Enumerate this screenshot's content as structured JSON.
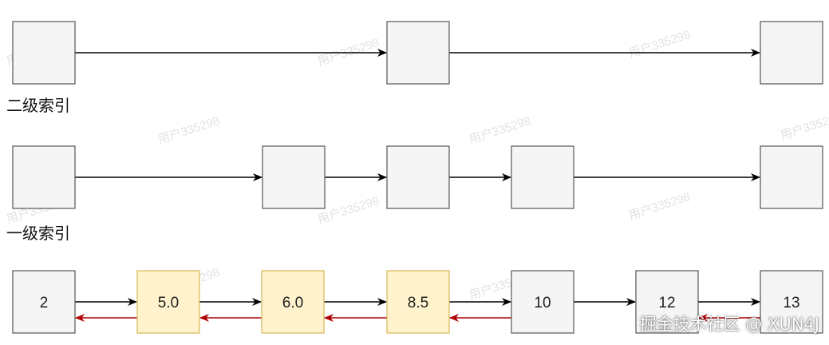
{
  "labels": {
    "level2": "二级索引",
    "level1": "一级索引"
  },
  "watermark": {
    "repeated": "用户335298",
    "brand": "掘金技术社区 @ XUN4J"
  },
  "colors": {
    "node_fill": "#f5f5f5",
    "node_stroke": "#555555",
    "highlight_fill": "#fff2cc",
    "highlight_stroke": "#d6b656",
    "forward_arrow": "#000000",
    "back_arrow": "#b20000"
  },
  "base_list": [
    {
      "value": "2",
      "highlight": false
    },
    {
      "value": "5.0",
      "highlight": true
    },
    {
      "value": "6.0",
      "highlight": true
    },
    {
      "value": "8.5",
      "highlight": true
    },
    {
      "value": "10",
      "highlight": false
    },
    {
      "value": "12",
      "highlight": false
    },
    {
      "value": "13",
      "highlight": false
    }
  ]
}
